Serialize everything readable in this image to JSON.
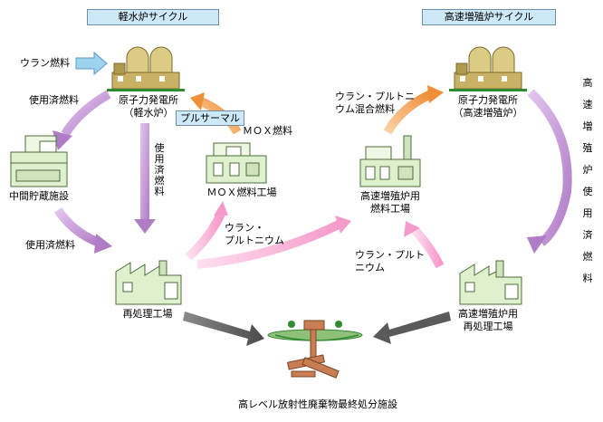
{
  "headers": {
    "lwr_cycle": "軽水炉サイクル",
    "fbr_cycle": "高速増殖炉サイクル"
  },
  "facilities": {
    "lwr_plant_line1": "原子力発電所",
    "lwr_plant_line2": "（軽水炉）",
    "interim_storage": "中間貯蔵施設",
    "reprocessing": "再処理工場",
    "mox_plant": "ＭＯＸ燃料工場",
    "fbr_plant_line1": "原子力発電所",
    "fbr_plant_line2": "（高速増殖炉）",
    "fbr_fuel_plant_line1": "高速増殖炉用",
    "fbr_fuel_plant_line2": "燃料工場",
    "fbr_reprocessing_line1": "高速増殖炉用",
    "fbr_reprocessing_line2": "再処理工場",
    "hlw_disposal": "高レベル放射性廃棄物最終処分施設"
  },
  "flows": {
    "uranium_fuel": "ウラン燃料",
    "spent_fuel_to_storage": "使用済燃料",
    "spent_fuel_vertical": "使用済燃料",
    "spent_fuel_from_storage": "使用済燃料",
    "pluthermal": "プルサーマル",
    "mox_fuel": "ＭＯＸ燃料",
    "u_pu_center_line1": "ウラン・",
    "u_pu_center_line2": "プルトニウム",
    "u_pu_mixed_line1": "ウラン・プルトニ",
    "u_pu_mixed_line2": "ウム混合燃料",
    "u_pu_right": "ウラン・プルトニウム",
    "fbr_spent_fuel_vertical": "高速増殖炉使用済燃料"
  },
  "colors": {
    "header_fill": "#cde8f7",
    "arrow_purple": "#c99ad9",
    "arrow_pink": "#f7b3d8",
    "arrow_orange": "#f5a862",
    "arrow_blue": "#9ed3f0",
    "arrow_gray": "#6b6b6b",
    "building_fill": "#dff0cf",
    "plant_fill": "#c9b266",
    "ground_green": "#2f8a2f",
    "disposal_brown": "#c97d52"
  },
  "icons": {
    "reactor": "nuclear-power-plant-icon",
    "factory": "factory-icon",
    "storage": "storage-building-icon",
    "disposal": "underground-disposal-icon"
  }
}
